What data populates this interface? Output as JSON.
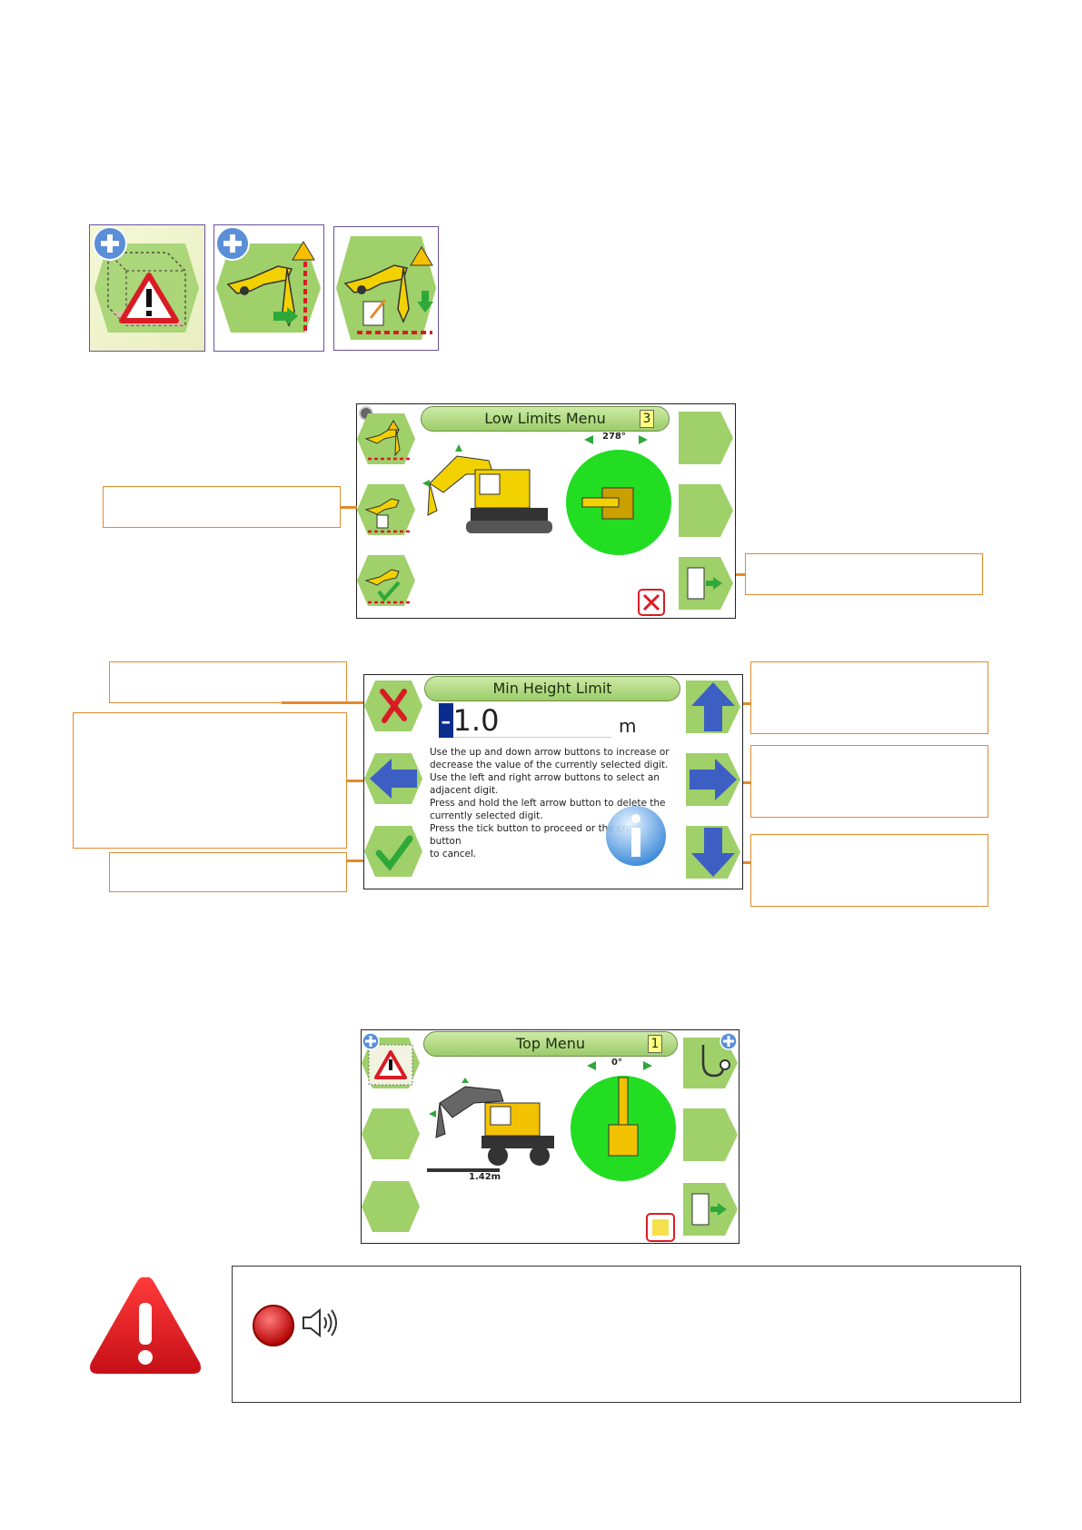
{
  "icons": {
    "add_virtual_wall": "add-virtual-wall-icon",
    "add_height_limit": "add-height-limit-icon",
    "edit_low_limit": "edit-low-limit-icon"
  },
  "low_limits_screen": {
    "title": "Low Limits Menu",
    "page_number": "3",
    "slew_angle": "278°"
  },
  "min_height_screen": {
    "title": "Min Height Limit",
    "value": "1.0",
    "value_sign": "-",
    "unit": "m",
    "help_lines": [
      "Use the up and down arrow buttons to increase or",
      "decrease the value of the currently selected digit.",
      "Use the left and right arrow buttons to select an",
      "adjacent digit.",
      "Press and hold the left arrow button to delete the",
      "currently selected digit.",
      "Press the tick button to proceed or the cross button",
      "to cancel."
    ]
  },
  "top_menu_screen": {
    "title": "Top Menu",
    "page_number": "1",
    "slew_angle": "0°",
    "distance_readout": "1.42m"
  },
  "colors": {
    "callout_border": "#e38a2c",
    "hex_green": "#8fc45a",
    "title_green": "#a9d477",
    "radar_green": "#22dd22",
    "warning_red": "#d91c24",
    "arrow_blue": "#3d5fc4"
  }
}
